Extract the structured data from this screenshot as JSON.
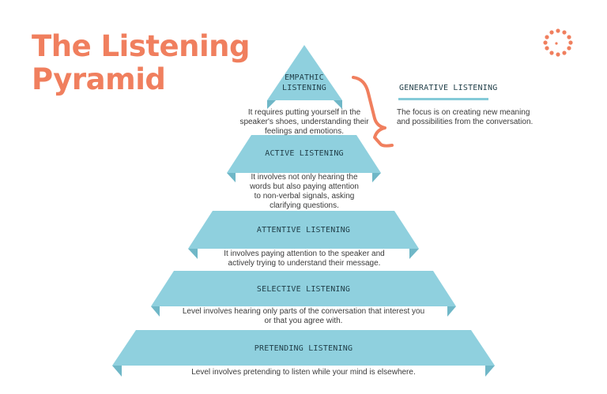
{
  "title": {
    "line1": "The Listening",
    "line2": "Pyramid"
  },
  "colors": {
    "accent": "#f07f5e",
    "band": "#8fd0de",
    "fold": "#6fb7c7",
    "text": "#1f3d47"
  },
  "levels": [
    {
      "label_line1": "Empathic",
      "label_line2": "Listening",
      "desc": [
        "It requires putting yourself in the",
        "speaker's shoes, understanding their",
        "feelings and emotions."
      ]
    },
    {
      "label": "Active Listening",
      "desc": [
        "It involves not only hearing the",
        "words but also paying attention",
        "to non-verbal signals, asking",
        "clarifying questions."
      ]
    },
    {
      "label": "Attentive Listening",
      "desc": [
        "It involves paying attention to the speaker and",
        "actively trying to understand their message."
      ]
    },
    {
      "label": "Selective Listening",
      "desc": [
        "Level involves hearing only parts of the conversation that interest you",
        "or that you agree with."
      ]
    },
    {
      "label": "Pretending Listening",
      "desc": [
        "Level involves pretending to listen while your mind is elsewhere."
      ]
    }
  ],
  "generative": {
    "title": "Generative Listening",
    "desc": [
      "The focus is on creating new meaning",
      "and possibilities from the conversation."
    ]
  },
  "icons": {
    "logo": "dotted-ring-icon",
    "brace": "curly-brace-icon"
  }
}
